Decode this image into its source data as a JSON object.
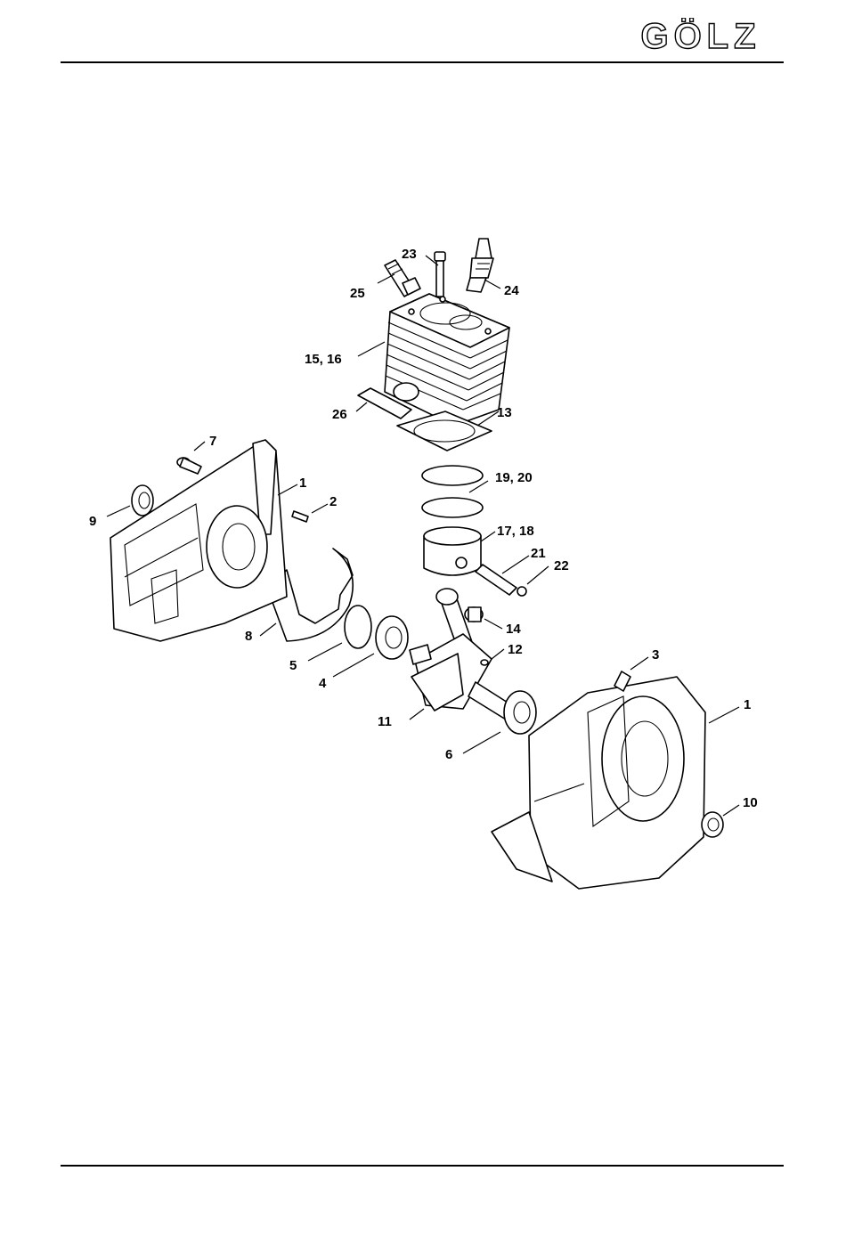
{
  "header": {
    "brand": "GÖLZ"
  },
  "diagram": {
    "callouts": [
      {
        "id": "c1a",
        "label": "1"
      },
      {
        "id": "c1b",
        "label": "1"
      },
      {
        "id": "c2",
        "label": "2"
      },
      {
        "id": "c3",
        "label": "3"
      },
      {
        "id": "c4",
        "label": "4"
      },
      {
        "id": "c5",
        "label": "5"
      },
      {
        "id": "c6",
        "label": "6"
      },
      {
        "id": "c7",
        "label": "7"
      },
      {
        "id": "c8",
        "label": "8"
      },
      {
        "id": "c9",
        "label": "9"
      },
      {
        "id": "c10",
        "label": "10"
      },
      {
        "id": "c11",
        "label": "11"
      },
      {
        "id": "c12",
        "label": "12"
      },
      {
        "id": "c13",
        "label": "13"
      },
      {
        "id": "c14",
        "label": "14"
      },
      {
        "id": "c1516",
        "label": "15, 16"
      },
      {
        "id": "c1718",
        "label": "17, 18"
      },
      {
        "id": "c1920",
        "label": "19, 20"
      },
      {
        "id": "c21",
        "label": "21"
      },
      {
        "id": "c22",
        "label": "22"
      },
      {
        "id": "c23",
        "label": "23"
      },
      {
        "id": "c24",
        "label": "24"
      },
      {
        "id": "c25",
        "label": "25"
      },
      {
        "id": "c26",
        "label": "26"
      }
    ]
  }
}
